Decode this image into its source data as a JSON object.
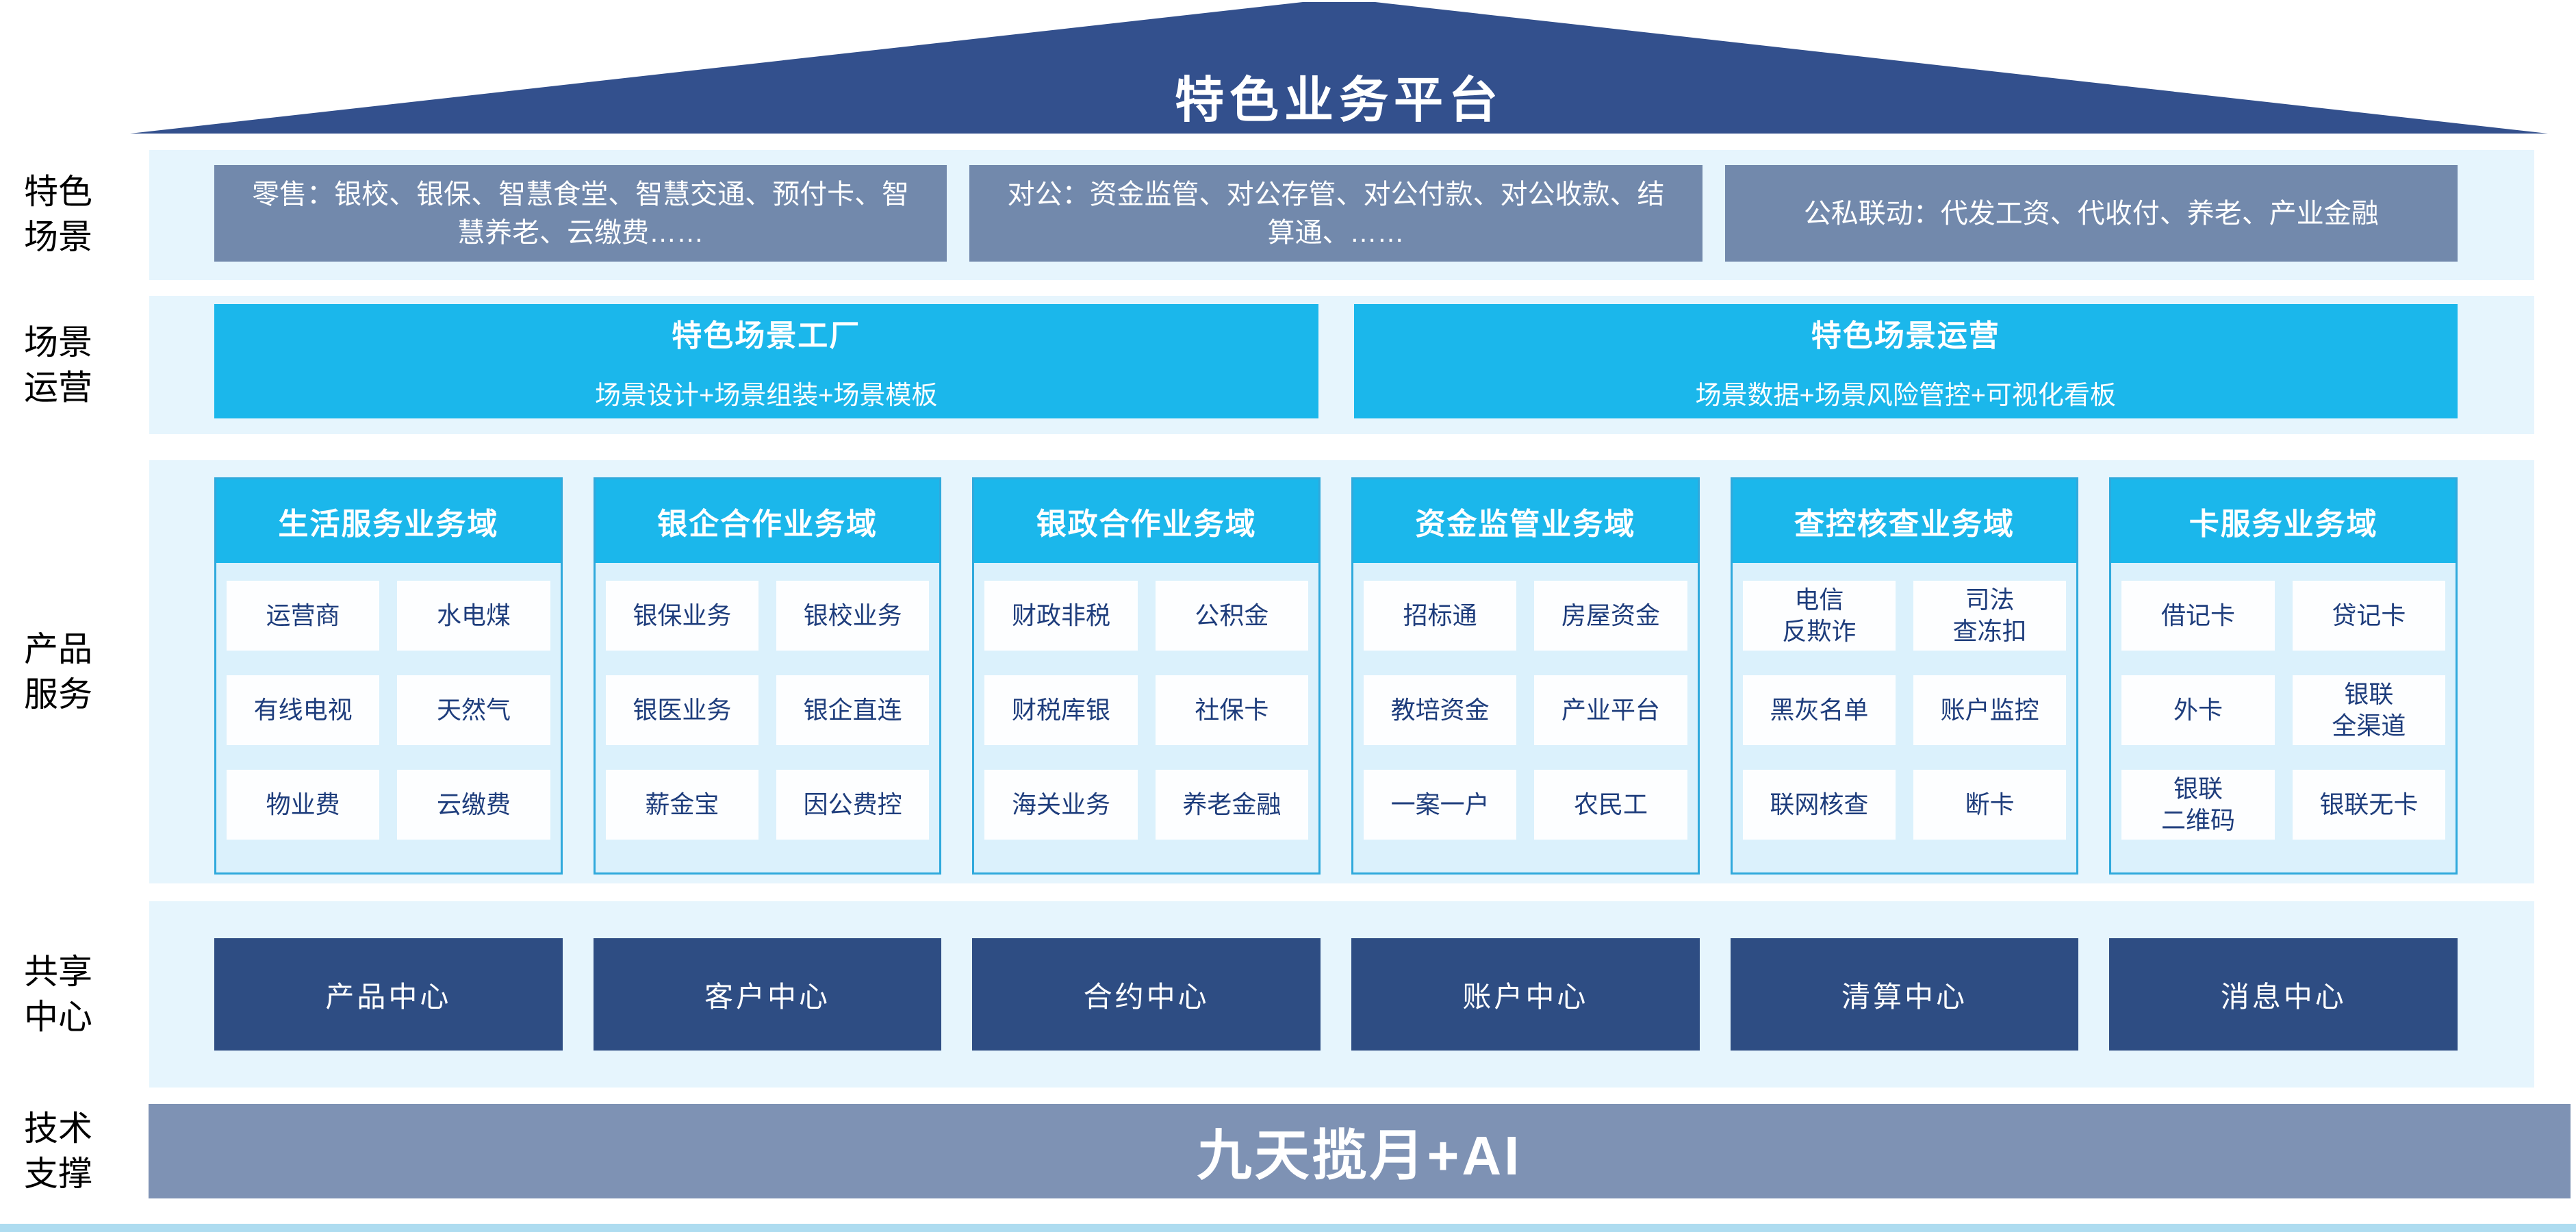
{
  "colors": {
    "roof_navy": "#33508D",
    "box_steel": "#7289AC",
    "band_bg": "#E6F5FD",
    "cyan": "#1BB7EB",
    "column_border": "#2FA9DC",
    "column_bg": "#DBF1FC",
    "cell_bg": "#FDFEFF",
    "cell_text": "#1E3D7C",
    "center_navy": "#2E4D83",
    "tech_bar": "#7E92B4",
    "bottom_strip": "#AEDCF0",
    "label_text": "#000000"
  },
  "roof": {
    "title": "特色业务平台"
  },
  "side_labels": [
    {
      "label": "特色\n场景"
    },
    {
      "label": "场景\n运营"
    },
    {
      "label": "产品\n服务"
    },
    {
      "label": "共享\n中心"
    },
    {
      "label": "技术\n支撑"
    }
  ],
  "scenario_row": {
    "boxes": [
      "零售：银校、银保、智慧食堂、智慧交通、预付卡、智慧养老、云缴费……",
      "对公：资金监管、对公存管、对公付款、对公收款、结算通、……",
      "公私联动：代发工资、代收付、养老、产业金融"
    ]
  },
  "operation_row": {
    "boxes": [
      {
        "title": "特色场景工厂",
        "subtitle": "场景设计+场景组装+场景模板"
      },
      {
        "title": "特色场景运营",
        "subtitle": "场景数据+场景风险管控+可视化看板"
      }
    ]
  },
  "product_row": {
    "columns": [
      {
        "header": "生活服务业务域",
        "cells": [
          "运营商",
          "水电煤",
          "有线电视",
          "天然气",
          "物业费",
          "云缴费"
        ]
      },
      {
        "header": "银企合作业务域",
        "cells": [
          "银保业务",
          "银校业务",
          "银医业务",
          "银企直连",
          "薪金宝",
          "因公费控"
        ]
      },
      {
        "header": "银政合作业务域",
        "cells": [
          "财政非税",
          "公积金",
          "财税库银",
          "社保卡",
          "海关业务",
          "养老金融"
        ]
      },
      {
        "header": "资金监管业务域",
        "cells": [
          "招标通",
          "房屋资金",
          "教培资金",
          "产业平台",
          "一案一户",
          "农民工"
        ]
      },
      {
        "header": "查控核查业务域",
        "cells": [
          "电信\n反欺诈",
          "司法\n查冻扣",
          "黑灰名单",
          "账户监控",
          "联网核查",
          "断卡"
        ]
      },
      {
        "header": "卡服务业务域",
        "cells": [
          "借记卡",
          "贷记卡",
          "外卡",
          "银联\n全渠道",
          "银联\n二维码",
          "银联无卡"
        ]
      }
    ]
  },
  "share_row": {
    "centers": [
      "产品中心",
      "客户中心",
      "合约中心",
      "账户中心",
      "清算中心",
      "消息中心"
    ]
  },
  "tech_row": {
    "label": "九天揽月+AI"
  }
}
